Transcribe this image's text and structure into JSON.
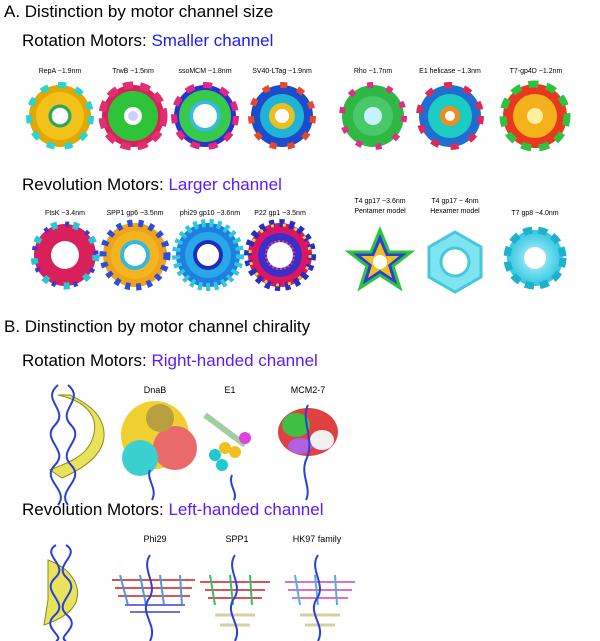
{
  "sectionA": {
    "title": "A. Distinction by motor channel size",
    "rotation_prefix": "Rotation Motors: ",
    "rotation_highlight": "Smaller channel",
    "rotation_items": [
      "RepA ~1.9nm",
      "TrwB ~1.5nm",
      "ssoMCM ~1.8nm",
      "SV40-LTag ~1.9nm",
      "Rho ~1.7nm",
      "E1 helicase ~1.3nm",
      "T7-gp4D ~1.2nm"
    ],
    "revolution_prefix": "Revolution Motors: ",
    "revolution_highlight": "Larger channel",
    "revolution_items": [
      "FtsK ~3.4nm",
      "SPP1 gp6 ~3.5nm",
      "phi29 gp10 ~3.6nm",
      "P22 gp1 ~3.5nm",
      "T4 gp17 ~3.6nm",
      "T4 gp17 ~ 4nm",
      "T7 gp8 ~4.0nm"
    ],
    "revolution_subnotes": [
      "Pentamer model",
      "Hexamer model"
    ]
  },
  "sectionB": {
    "title": "B. Dinstinction by motor channel chirality",
    "rotation_prefix": "Rotation Motors: ",
    "rotation_highlight": "Right-handed channel",
    "rotation_items": [
      "DnaB",
      "E1",
      "MCM2-7"
    ],
    "revolution_prefix": "Revolution Motors: ",
    "revolution_highlight": "Left-handed channel",
    "revolution_items": [
      "Phi29",
      "SPP1",
      "HK97 family"
    ]
  },
  "colors": {
    "highlight_blue": "#1a1aff",
    "highlight_violet": "#5a1aff",
    "dna": "#2b3fd6",
    "channel_yellow": "#e8e35a"
  }
}
